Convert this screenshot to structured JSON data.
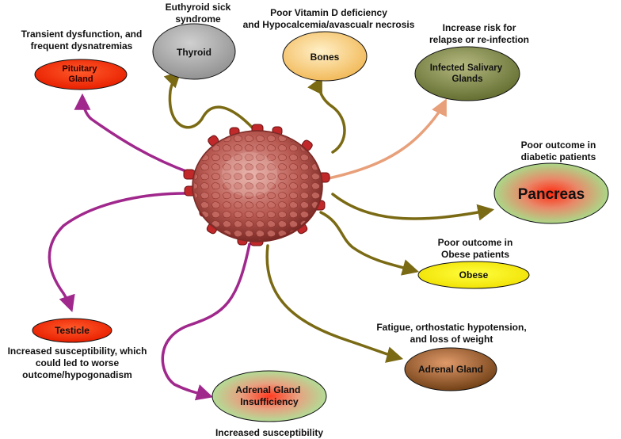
{
  "nodes": [
    {
      "id": "pituitary",
      "label_lines": [
        "Pituitary",
        "Gland"
      ],
      "caption_lines": [
        "Transient dysfunction, and",
        "frequent dysnatremias"
      ],
      "fill": "#ff2a00",
      "label_color": "#2a0000"
    },
    {
      "id": "thyroid",
      "label_lines": [
        "Thyroid"
      ],
      "caption_lines": [
        "Euthyroid sick",
        "syndrome"
      ],
      "fill": "#a8a8a8",
      "label_color": "#111111"
    },
    {
      "id": "bones",
      "label_lines": [
        "Bones"
      ],
      "caption_lines": [
        "Poor Vitamin D deficiency",
        "and Hypocalcemia/avascualr necrosis"
      ],
      "fill": "#f5c76a",
      "label_color": "#111111"
    },
    {
      "id": "salivary",
      "label_lines": [
        "Infected Salivary",
        "Glands"
      ],
      "caption_lines": [
        "Increase risk for",
        "relapse or re-infection"
      ],
      "fill": "#6e7a3a",
      "label_color": "#111111"
    },
    {
      "id": "pancreas",
      "label_lines": [
        "Pancreas"
      ],
      "caption_lines": [
        "Poor outcome in",
        "diabetic patients"
      ],
      "fill": "#ff3a2a",
      "label_color": "#111111"
    },
    {
      "id": "obese",
      "label_lines": [
        "Obese"
      ],
      "caption_lines": [
        "Poor outcome in",
        "Obese patients"
      ],
      "fill": "#ffee00",
      "label_color": "#111111"
    },
    {
      "id": "adrenal",
      "label_lines": [
        "Adrenal Gland"
      ],
      "caption_lines": [
        "Fatigue, orthostatic hypotension,",
        "and loss of weight"
      ],
      "fill": "#7a4a1e",
      "label_color": "#111111"
    },
    {
      "id": "insufficiency",
      "label_lines": [
        "Adrenal Gland",
        "Insufficiency"
      ],
      "caption_lines": [
        "Increased susceptibility"
      ],
      "fill": "#ff4a33",
      "label_color": "#111111"
    },
    {
      "id": "testicle",
      "label_lines": [
        "Testicle"
      ],
      "caption_lines": [
        "Increased susceptibility, which",
        "could led to worse",
        "outcome/hypogonadism"
      ],
      "fill": "#ff2a00",
      "label_color": "#111111"
    }
  ],
  "colors": {
    "arrow_purple": "#a0288c",
    "arrow_olive": "#7a6a14",
    "arrow_peach": "#e8a07a",
    "virus_body": "#b0504a",
    "virus_spike": "#c0282a"
  }
}
